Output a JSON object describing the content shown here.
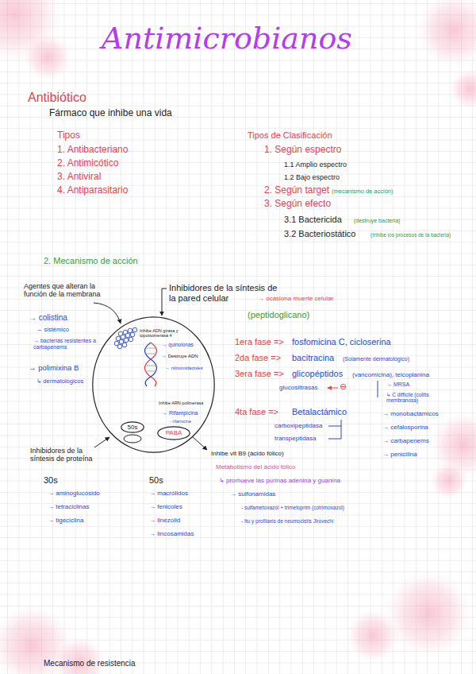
{
  "diagram": {
    "title": "Antimicrobianos",
    "nodes": [
      {
        "text": [
          "Inhibe ADN girasa y topoisomerasa 4",
          "→ quinolonas",
          "→ Destruye ADN",
          "→ nitroimidazoles",
          "Inhibe ARN polimerasa",
          "→ Rifampicina",
          "- rifamicina"
        ]
      },
      {
        "text": [
          "50s"
        ],
        "in": 0
      },
      {
        "text": [
          "PABA"
        ],
        "in": 0
      }
    ],
    "labels": [
      "Antibiótico",
      "Fármaco que inhibe una vida",
      "Tipos",
      "1. Antibacteriano",
      "2. Antimicótico",
      "3. Antiviral",
      "4. Antiparasitario",
      "Tipos de Clasificación",
      "1. Según espectro",
      "1.1 Amplio espectro",
      "1.2 Bajo espectro",
      "2. Según target",
      "(mecanismo de acción)",
      "3. Según efecto",
      "3.1 Bactericida",
      "(destruye bacteria)",
      "3.2 Bacteriostático",
      "(Inhibe los procesos de la bacteria)",
      "2. Mecanismo de acción",
      "Agentes que alteran la función de la membrana",
      "Inhibidores de la síntesis de la pared celular",
      "→ ocasiona muerte celular.",
      "(peptidoglicano)",
      "→ colistina",
      "→ sistémico",
      "→ bacterias resistentes a carbapenems",
      "→ polimixina B",
      "↳ dermatológicos",
      "1era fase =>",
      "fosfomicina C, cicloserina",
      "2da fase =>",
      "bacitracina",
      "(Solamente dermatológico)",
      "3era fase =>",
      "glicopéptidos",
      "(vancomicina), teicoplanina",
      "glucosiltrasas",
      "⊖",
      "→ MRSA",
      "↳ C difficile (colitis membranosa)",
      "4ta fase =>",
      "Betalactámico",
      "carboxipeptidasa",
      "transpeptidasa",
      "→ monobactámicos",
      "→ cefalosporina",
      "→ carbapenems",
      "→ penicilina",
      "Inhibidores de la síntesis de proteína",
      "30s",
      "→ aminoglucósido",
      "→ tetraciclinas",
      "→ tigeciclina",
      "50s",
      "→ macrólidos",
      "→ fenicoles",
      "→ linezolid",
      "→ lincosamidas",
      "Inhibe vit B9 (ácido fólico)",
      "Metabolismo del ácido fólico",
      "↳ promueve las purinas adenina y guanina",
      "→ sulfonamidas",
      "- sulfametoxazol + trimetoprim (cotrimoxazol)",
      "- Itu y profilaxis de neumocistis Jirovechi",
      "Mecanismo de resistencia"
    ]
  }
}
